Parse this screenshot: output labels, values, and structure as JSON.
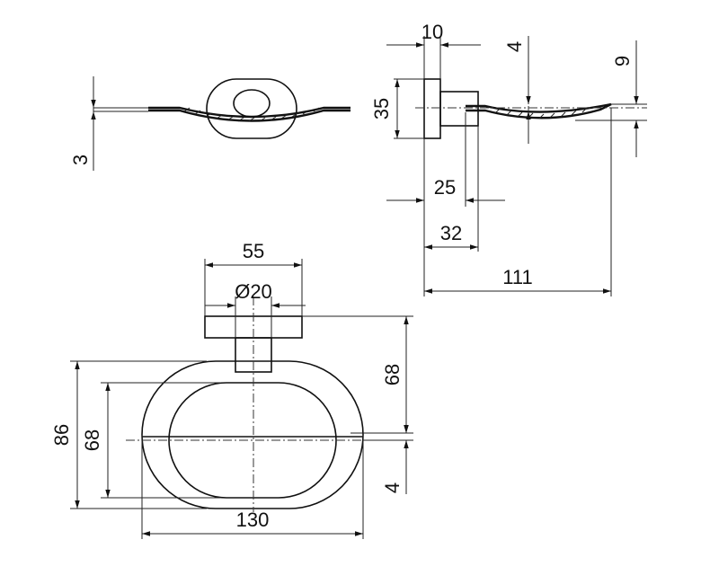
{
  "dimensions": {
    "top_view_thickness": "3",
    "side_flange_width": "10",
    "side_plate_height": "35",
    "side_dish_depth_4": "4",
    "side_dish_depth_9": "9",
    "side_inner_25": "25",
    "side_stem_32": "32",
    "side_overall_111": "111",
    "front_flange_55": "55",
    "front_stem_dia": "Ø20",
    "front_upper_68": "68",
    "front_offset_4": "4",
    "front_overall_86": "86",
    "front_inner_68": "68",
    "front_width_130": "130"
  }
}
